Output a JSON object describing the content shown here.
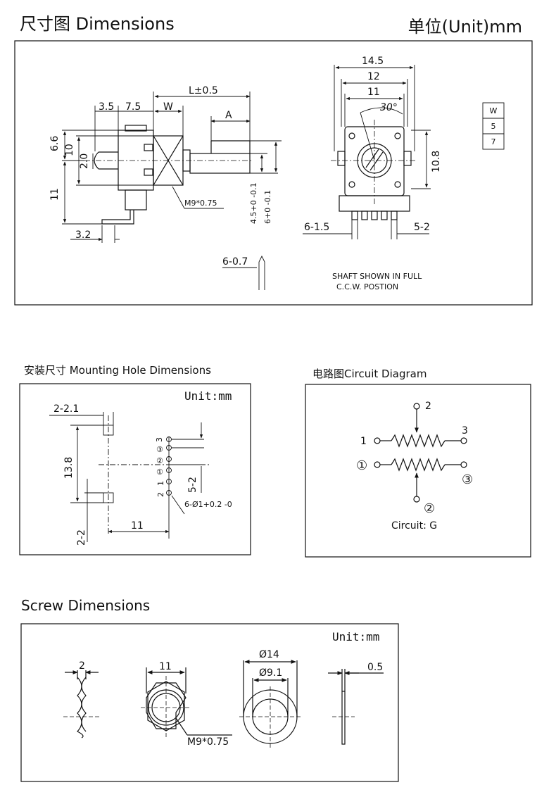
{
  "header": {
    "title": "尺寸图  Dimensions",
    "unit": "单位(Unit)mm"
  },
  "main_drawing": {
    "side_view_labels": {
      "d35": "3.5",
      "d75": "7.5",
      "w": "W",
      "l": "L±0.5",
      "a": "A",
      "d66": "6.6",
      "d10": "10",
      "d20": "2.0",
      "d11": "11",
      "d32": "3.2",
      "m9": "M9*0.75",
      "d45": "4.5+0 -0.1",
      "d6": "6+0 -0.1",
      "pin": "6-0.7"
    },
    "front_view_labels": {
      "d145": "14.5",
      "d12": "12",
      "d11": "11",
      "angle": "30°",
      "d108": "10.8",
      "d615": "6-1.5",
      "d52": "5-2"
    },
    "note_line1": "SHAFT SHOWN IN FULL",
    "note_line2": "C.C.W. POSTION",
    "w_table": [
      "W",
      "5",
      "7"
    ]
  },
  "mounting": {
    "title": "安装尺寸  Mounting Hole Dimensions",
    "unit": "Unit:mm",
    "labels": {
      "d221": "2-2.1",
      "d138": "13.8",
      "d22": "2-2",
      "d11": "11",
      "d52": "5-2",
      "hole": "6-Ø1+0.2 -0",
      "pin3": "3",
      "pin1": "1",
      "pin2": "2",
      "pinc3": "③",
      "pinc2": "②",
      "pinc1": "①"
    }
  },
  "circuit": {
    "title": "电路图Circuit Diagram",
    "n2": "2",
    "n1": "1",
    "n3": "3",
    "c1": "①",
    "c2": "②",
    "c3": "③",
    "caption": "Circuit: G"
  },
  "screw": {
    "title": "Screw  Dimensions",
    "unit": "Unit:mm",
    "labels": {
      "t2": "2",
      "t11": "11",
      "m9": "M9*0.75",
      "d14": "Ø14",
      "d91": "Ø9.1",
      "d05": "0.5"
    }
  }
}
